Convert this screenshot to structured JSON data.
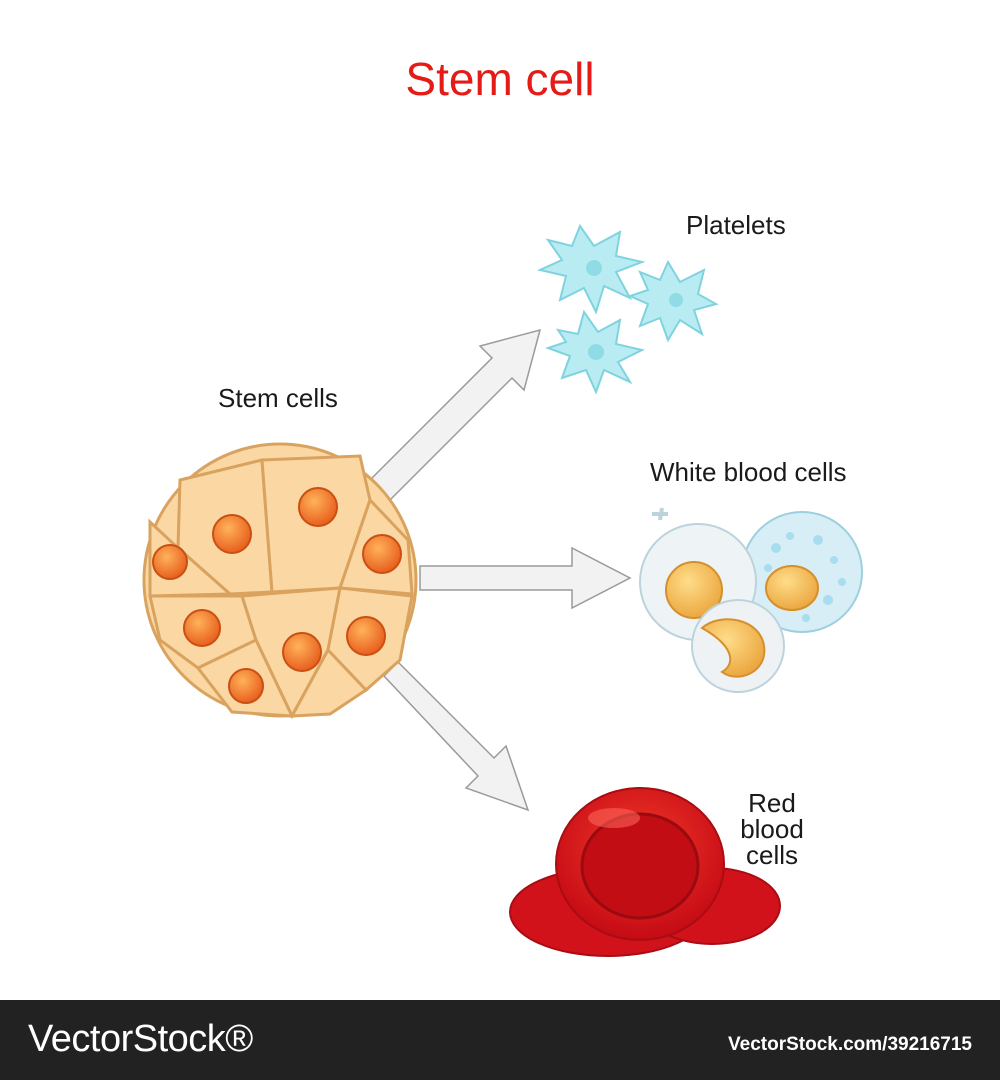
{
  "title": "Stem cell",
  "labels": {
    "stem_cells": "Stem cells",
    "platelets": "Platelets",
    "white_blood_cells": "White blood cells",
    "red_blood_cells": "Red\nblood\ncells"
  },
  "footer": {
    "brand": "VectorStock®",
    "url": "VectorStock.com/39216715"
  },
  "colors": {
    "title": "#e41b17",
    "stem_cell_body": "#fbd8a3",
    "stem_cell_outline": "#d9a35f",
    "nucleus": "#f07a2a",
    "platelet": "#b8ecf2",
    "wbc_body": "#e9f3f7",
    "wbc_nucleus": "#f6c15b",
    "rbc": "#e8141b",
    "arrow": "#eeeeee",
    "footer_bg": "#222222"
  }
}
